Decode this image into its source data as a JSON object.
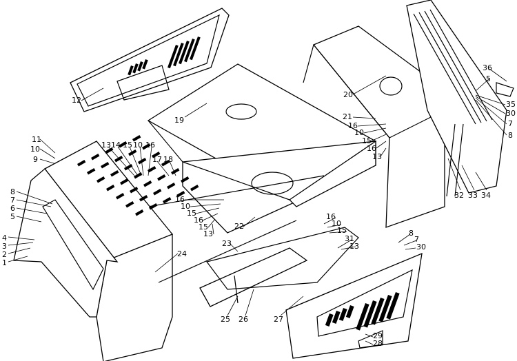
{
  "labels": {
    "l1": "1",
    "l2": "2",
    "l3": "3",
    "l4": "4",
    "l5": "5",
    "l6": "6",
    "l7": "7",
    "l8": "8",
    "l9": "9",
    "l10a": "10",
    "l11": "11",
    "l12": "12",
    "l13a": "13",
    "l14": "14",
    "l15a": "15",
    "l10b": "10",
    "l16a": "16",
    "l17": "17",
    "l18": "18",
    "l19": "19",
    "l20": "20",
    "l21": "21",
    "l16b": "16",
    "l10c": "10",
    "l15b": "15",
    "l16c": "16",
    "l13b": "13",
    "l16d": "16",
    "l10d": "10",
    "l15c": "15",
    "l16e": "16",
    "l15d": "15",
    "l13c": "13",
    "l22": "22",
    "l23": "23",
    "l24": "24",
    "l25": "25",
    "l26": "26",
    "l27": "27",
    "l28": "28",
    "l29": "29",
    "l16f": "16",
    "l10e": "10",
    "l15e": "15",
    "l31": "31",
    "l13d": "13",
    "l8b": "8",
    "l7b": "7",
    "l30a": "30",
    "l36": "36",
    "l5b": "5",
    "l35": "35",
    "l30b": "30",
    "l7c": "7",
    "l8c": "8",
    "l32": "32",
    "l33": "33",
    "l34": "34"
  }
}
